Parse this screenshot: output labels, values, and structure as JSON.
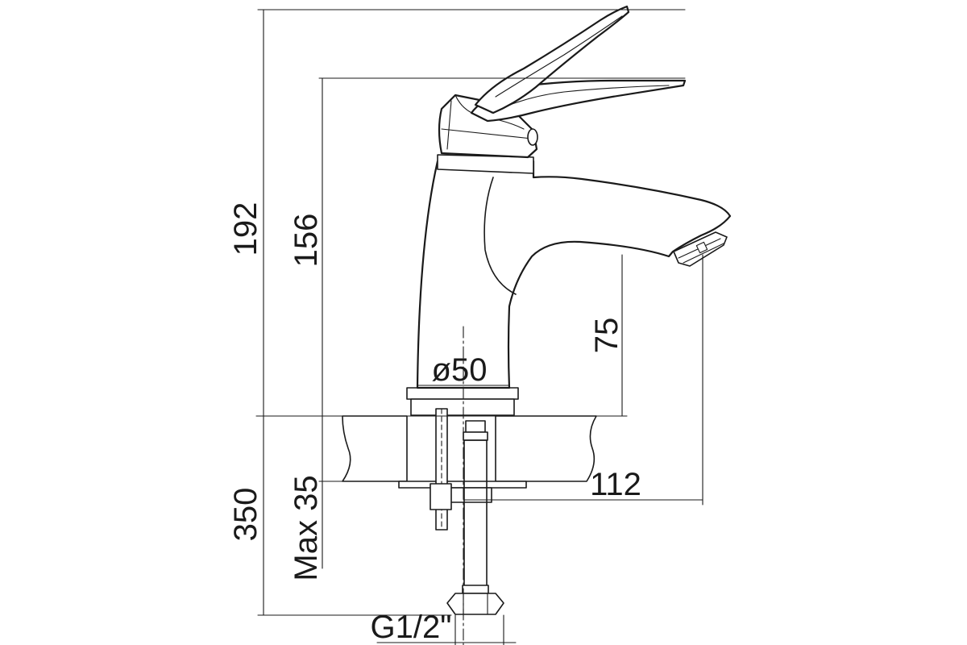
{
  "dimensions": {
    "total_height": "192",
    "spout_height": "156",
    "outlet_height": "75",
    "base_diameter": "ø50",
    "spout_reach": "112",
    "hose_length": "350",
    "max_countertop": "Max 35",
    "thread": "G1/2\""
  }
}
